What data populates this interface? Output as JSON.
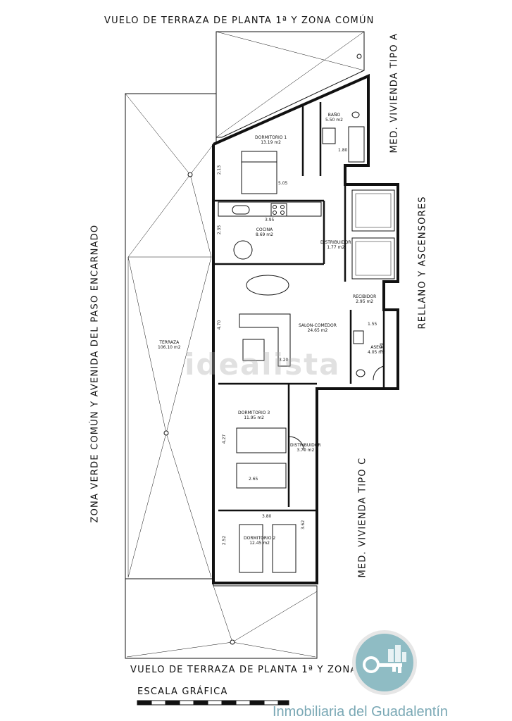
{
  "titles": {
    "top": "VUELO DE TERRAZA DE PLANTA 1ª Y ZONA COMÚN",
    "bottom": "VUELO DE TERRAZA DE PLANTA 1ª Y ZONA COMÚN",
    "left": "ZONA VERDE COMÚN Y AVENIDA DEL PASO ENCARNADO",
    "right_top": "MED. VIVIENDA TIPO A",
    "right_middle": "RELLANO Y ASCENSORES",
    "right_bottom": "MED. VIVIENDA TIPO C",
    "scale": "ESCALA GRÁFICA"
  },
  "rooms": {
    "dormitorio1": {
      "name": "DORMITORIO 1",
      "area": "13.19 m2"
    },
    "bano": {
      "name": "BAÑO",
      "area": "5.50 m2"
    },
    "cocina": {
      "name": "COCINA",
      "area": "8.69 m2"
    },
    "distribuidor1": {
      "name": "DISTRIBUIDOR",
      "area": "1.77 m2"
    },
    "recibidor": {
      "name": "RECIBIDOR",
      "area": "2.95 m2"
    },
    "salon": {
      "name": "SALON-COMEDOR",
      "area": "24.65 m2"
    },
    "aseo": {
      "name": "ASEO",
      "area": "4.05 m2"
    },
    "terraza": {
      "name": "TERRAZA",
      "area": "106.10 m2"
    },
    "dormitorio3": {
      "name": "DORMITORIO 3",
      "area": "11.95 m2"
    },
    "distribuidor2": {
      "name": "DISTRIBUIDOR",
      "area": "3.70 m2"
    },
    "dormitorio2": {
      "name": "DORMITORIO 2",
      "area": "12.45 m2"
    }
  },
  "dimensions": {
    "d213": "2.13",
    "d505": "5.05",
    "d180": "1.80",
    "d395": "3.95",
    "d235": "2.35",
    "d470": "4.70",
    "d155": "1.55",
    "d260": "2.60",
    "d320": "3.20",
    "d427": "4.27",
    "d265": "2.65",
    "d380": "3.80",
    "d362": "3.62",
    "d252": "2.52"
  },
  "watermark": "idealista",
  "brand": "Inmobiliaria del Guadalentín",
  "colors": {
    "line": "#111111",
    "brand": "#7aa8b5",
    "logo": "#8fbcc4"
  }
}
